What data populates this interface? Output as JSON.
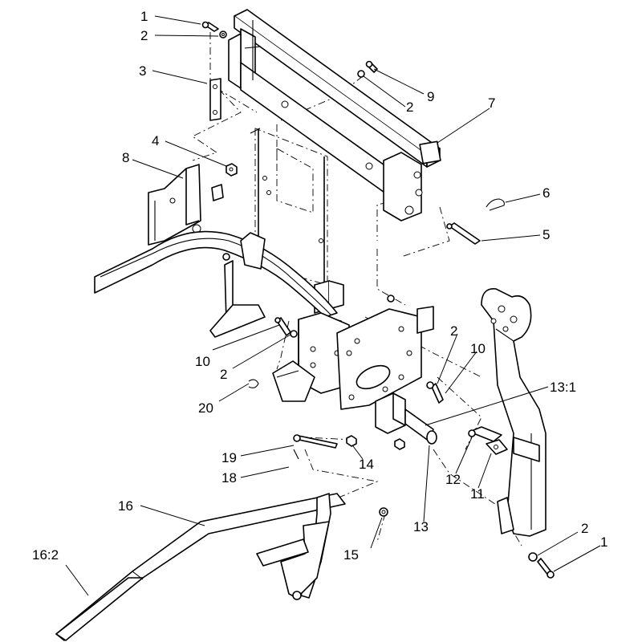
{
  "callouts": [
    {
      "id": "c1a",
      "text": "1"
    },
    {
      "id": "c2a",
      "text": "2"
    },
    {
      "id": "c3",
      "text": "3"
    },
    {
      "id": "c9",
      "text": "9"
    },
    {
      "id": "c2b",
      "text": "2"
    },
    {
      "id": "c7",
      "text": "7"
    },
    {
      "id": "c4",
      "text": "4"
    },
    {
      "id": "c8",
      "text": "8"
    },
    {
      "id": "c6",
      "text": "6"
    },
    {
      "id": "c5",
      "text": "5"
    },
    {
      "id": "c2c",
      "text": "2"
    },
    {
      "id": "c10a",
      "text": "10"
    },
    {
      "id": "c10b",
      "text": "10"
    },
    {
      "id": "c2d",
      "text": "2"
    },
    {
      "id": "c131",
      "text": "13:1"
    },
    {
      "id": "c20",
      "text": "20"
    },
    {
      "id": "c19",
      "text": "19"
    },
    {
      "id": "c14",
      "text": "14"
    },
    {
      "id": "c18",
      "text": "18"
    },
    {
      "id": "c12",
      "text": "12"
    },
    {
      "id": "c11",
      "text": "11"
    },
    {
      "id": "c16",
      "text": "16"
    },
    {
      "id": "c13",
      "text": "13"
    },
    {
      "id": "c15",
      "text": "15"
    },
    {
      "id": "c2e",
      "text": "2"
    },
    {
      "id": "c1b",
      "text": "1"
    },
    {
      "id": "c162",
      "text": "16:2"
    }
  ]
}
